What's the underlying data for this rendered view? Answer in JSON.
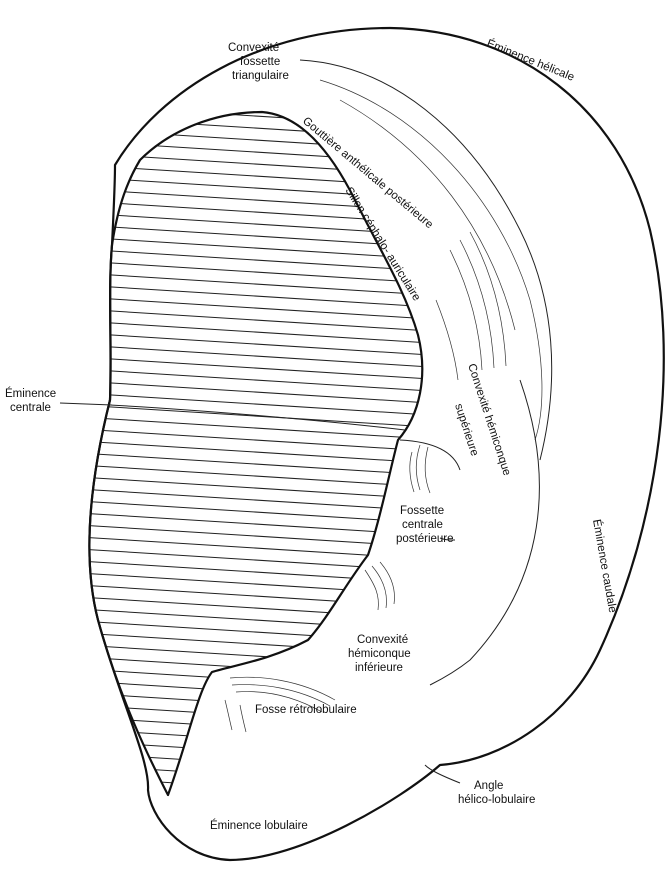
{
  "labels": {
    "eminence_helicale": "Éminence hélicale",
    "convexite_fossette_l1": "Convexité",
    "convexite_fossette_l2": "fossette",
    "convexite_fossette_l3": "triangulaire",
    "gouttiere": "Gouttière anthélicale postérieure",
    "sillon": "Sillon céphalo- auriculaire",
    "eminence_centrale_l1": "Éminence",
    "eminence_centrale_l2": "centrale",
    "convexite_sup_l1": "Convexité hémiconque",
    "convexite_sup_l2": "supérieure",
    "fossette_centrale_l1": "Fossette",
    "fossette_centrale_l2": "centrale",
    "fossette_centrale_l3": "postérieure",
    "eminence_caudale": "Éminence caudale",
    "convexite_inf_l1": "Convexité",
    "convexite_inf_l2": "hémiconque",
    "convexite_inf_l3": "inférieure",
    "fosse_retrolobulaire": "Fosse rétrolobulaire",
    "angle_l1": "Angle",
    "angle_l2": "hélico-lobulaire",
    "eminence_lobulaire": "Éminence lobulaire"
  }
}
